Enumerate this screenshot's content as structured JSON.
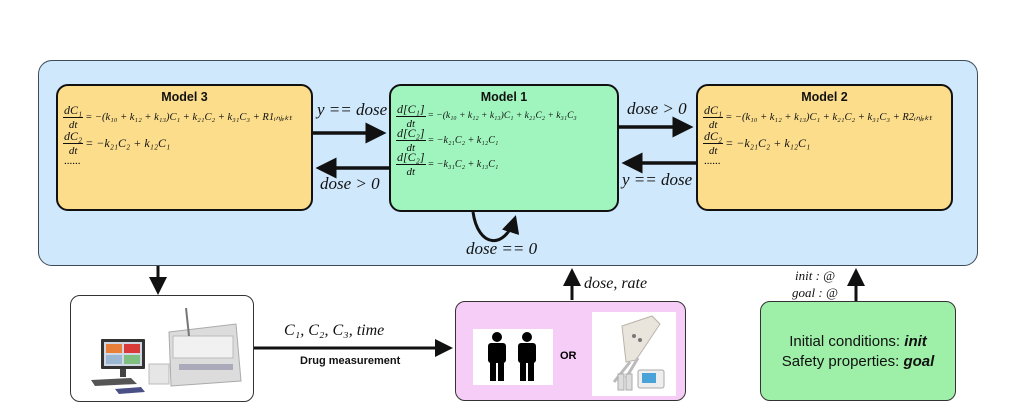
{
  "models": {
    "model3": {
      "title": "Model 3",
      "eq1_num": "dC₁",
      "eq1_den": "dt",
      "eq1_rhs": "= −(k₁₀ + k₁₂ + k₁₃)C₁ + k₂₁C₂ + k₃₁C₃ + R1ᵢₙⱼₑₖₜ",
      "eq2_num": "dC₂",
      "eq2_den": "dt",
      "eq2_rhs": "= −k₂₁C₂ + k₁₂C₁",
      "ellipsis": "......"
    },
    "model1": {
      "title": "Model 1",
      "eq1_num": "d[C₁]",
      "eq1_den": "dt",
      "eq1_rhs": "= −(k₁₀ + k₁₂ + k₁₃)C₁ + k₂₁C₂ + k₃₁C₃",
      "eq2_num": "d[C₂]",
      "eq2_den": "dt",
      "eq2_rhs": "= −k₂₁C₂ + k₁₂C₁",
      "eq3_num": "d[C₂]",
      "eq3_den": "dt",
      "eq3_rhs": "= −k₃₁C₂ + k₁₃C₁"
    },
    "model2": {
      "title": "Model 2",
      "eq1_num": "dC₁",
      "eq1_den": "dt",
      "eq1_rhs": "= −(k₁₀ + k₁₂ + k₁₃)C₁ + k₂₁C₂ + k₃₁C₃ + R2ᵢₙⱼₑₖₜ",
      "eq2_num": "dC₂",
      "eq2_den": "dt",
      "eq2_rhs": "= −k₂₁C₂ + k₁₂C₁",
      "ellipsis": "......"
    }
  },
  "transitions": {
    "m3_to_m1": "y == dose",
    "m1_to_m3": "dose > 0",
    "m1_to_m2": "dose > 0",
    "m2_to_m1": "y == dose",
    "m1_self": "dose == 0"
  },
  "signals": {
    "to_patient": "dose, rate",
    "init_goal_line1": "init : @",
    "init_goal_line2": "goal : @",
    "measurement_vars": "C₁, C₂, C₃, time",
    "measurement_label": "Drug measurement"
  },
  "bottom": {
    "patient_or": "OR",
    "init_label": "Initial conditions: ",
    "init_value": "init",
    "safety_label": "Safety properties: ",
    "safety_value": "goal"
  },
  "colors": {
    "outer_bg": "#cfe8fb",
    "model_yellow": "#fbdd8c",
    "model_green": "#a0f5be",
    "patient_box": "#f6cdf6",
    "init_box": "#9ef0a8"
  }
}
